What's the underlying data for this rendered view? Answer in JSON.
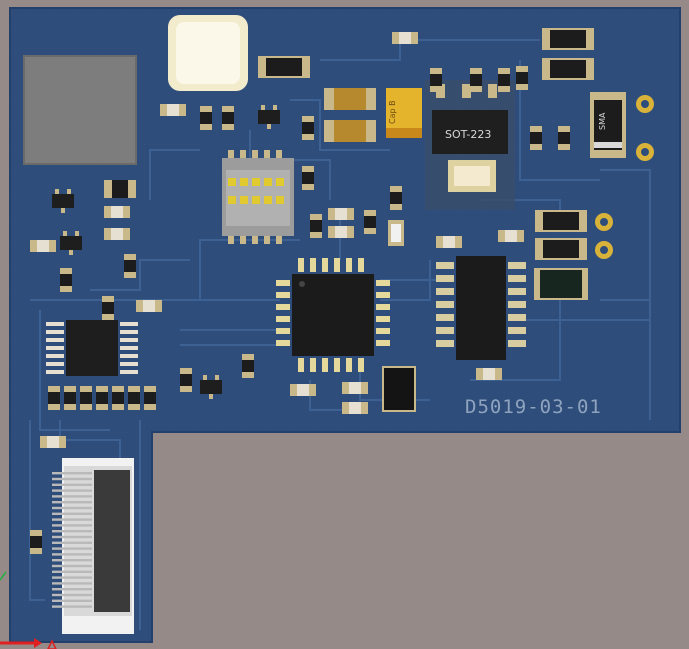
{
  "board": {
    "silkscreen_label": "D5019-03-01",
    "colors": {
      "background": "#958a88",
      "pcb": "#2f4d7a",
      "trace": "#3e6193",
      "pad": "#c9b98a",
      "ic": "#202020"
    }
  },
  "components": {
    "regulator_marking": "SOT-223",
    "tantalum_marking": "Cap B",
    "diode_marking": "SMA"
  },
  "icons": {
    "axis_marker": "axis-marker-icon",
    "mounting_pad": "mounting-pad-icon"
  }
}
